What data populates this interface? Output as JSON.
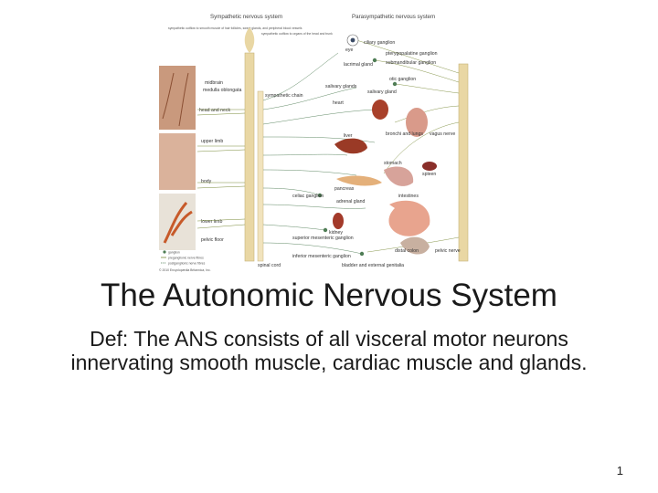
{
  "slide": {
    "title": "The Autonomic Nervous System",
    "definition": "Def: The ANS consists of all visceral motor neurons innervating smooth muscle, cardiac muscle and glands.",
    "page_number": "1"
  },
  "figure": {
    "header_left": "Sympathetic nervous system",
    "header_right": "Parasympathetic nervous system",
    "note_left_a": "sympathetic outflow to smooth muscle of hair follicles, sweat glands, and peripheral blood vessels",
    "note_left_b": "sympathetic outflow to organs of the head and trunk",
    "labels": {
      "midbrain": "midbrain",
      "medulla": "medulla oblongata",
      "head_neck": "head and neck",
      "upper_limb": "upper limb",
      "body": "body",
      "lower_limb": "lower limb",
      "pelvic_floor": "pelvic floor",
      "sympathetic_chain": "sympathetic chain",
      "spinal_cord": "spinal cord",
      "eye": "eye",
      "ciliary_ganglion": "ciliary ganglion",
      "pterygopalatine": "pterygopalatine ganglion",
      "submandibular": "submandibular ganglion",
      "otic": "otic ganglion",
      "lacrimal": "lacrimal gland",
      "salivary": "salivary glands",
      "salivary_gland": "salivary gland",
      "heart": "heart",
      "bronchi_lungs": "bronchi and lungs",
      "vagus": "vagus nerve",
      "liver": "liver",
      "stomach": "stomach",
      "spleen": "spleen",
      "pancreas": "pancreas",
      "celiac": "celiac ganglion",
      "adrenal": "adrenal gland",
      "intestines": "intestines",
      "kidney": "kidney",
      "superior_mesenteric": "superior mesenteric ganglion",
      "inferior_mesenteric": "inferior mesenteric ganglion",
      "distal_colon": "distal colon",
      "bladder": "bladder and external genitalia",
      "pelvic_nerve": "pelvic nerve",
      "legend_ganglion": "ganglion",
      "legend_pre": "preganglionic nerve fibres",
      "legend_post": "postganglionic nerve fibres",
      "copyright": "© 2010 Encyclopædia Britannica, Inc."
    },
    "colors": {
      "preganglionic": "#7a8b3a",
      "postganglionic": "#4f7d55",
      "spine": "#e9d7a4",
      "organ_red": "#a8402a",
      "organ_pink": "#d99a8a",
      "panel_brown": "#b97b58"
    }
  }
}
